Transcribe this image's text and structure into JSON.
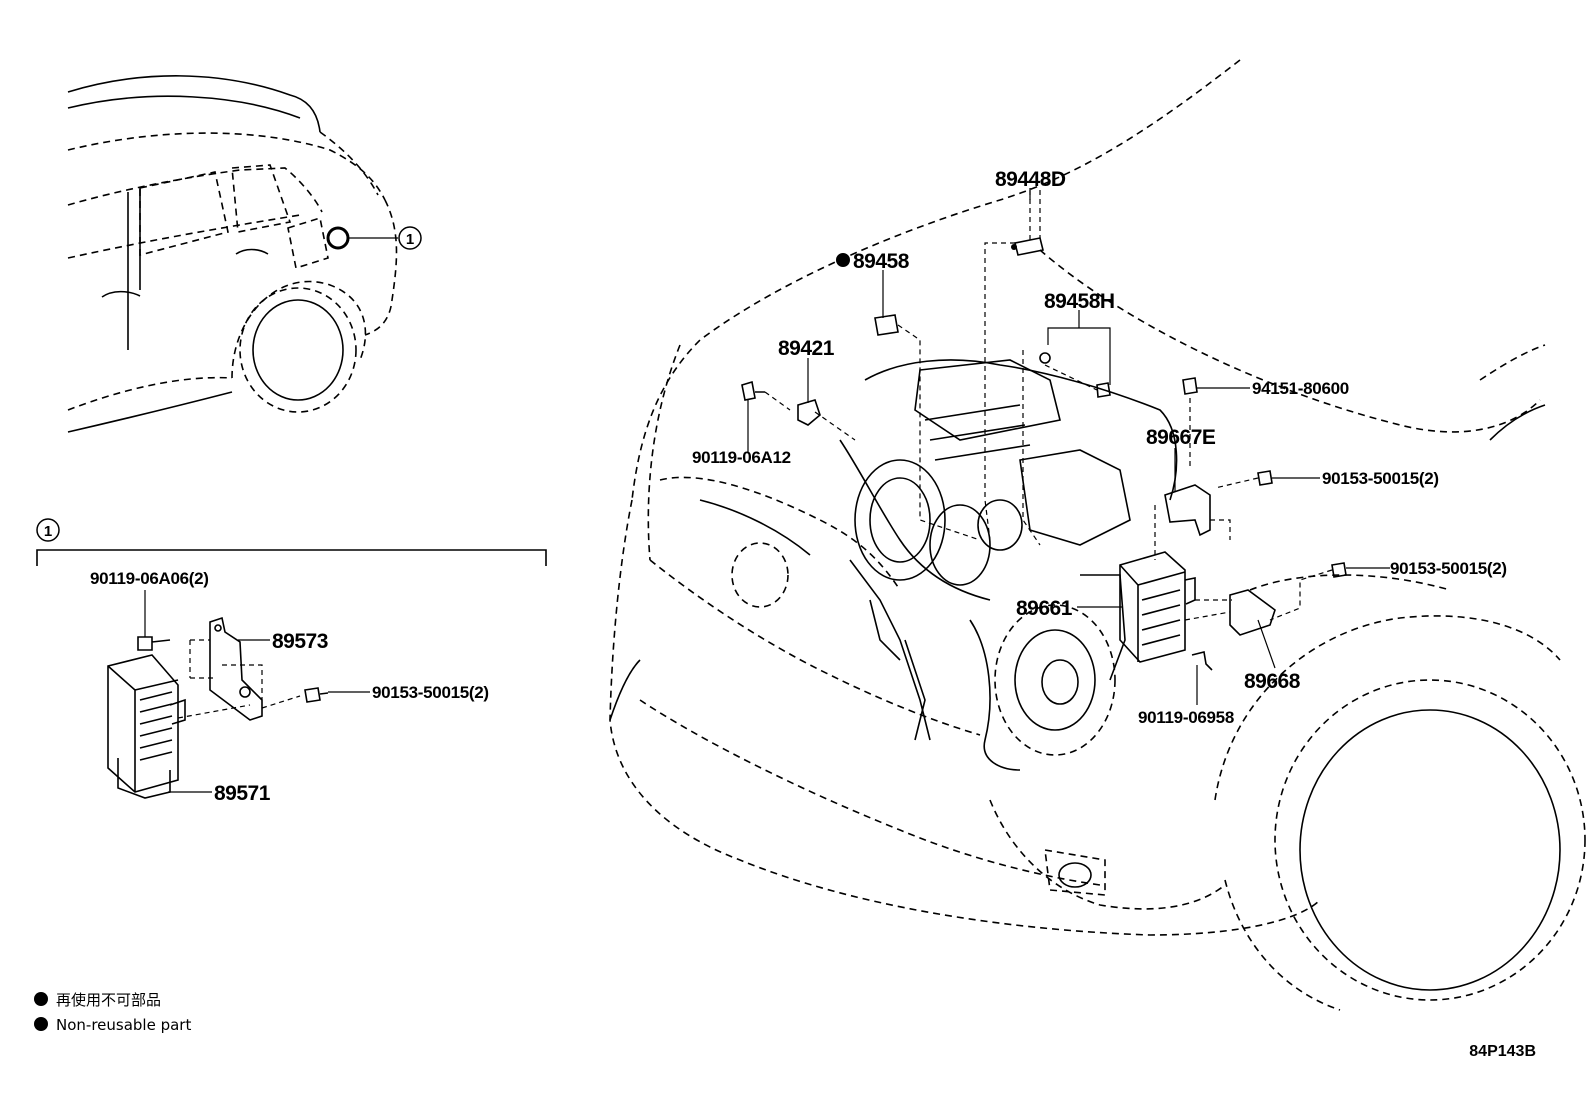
{
  "callout_marker": "1",
  "inset": {
    "marker": "1",
    "parts": {
      "bolt_top": "90119-06A06(2)",
      "bracket": "89573",
      "bolt_side": "90153-50015(2)",
      "module": "89571"
    }
  },
  "main_parts": {
    "p89448D": "89448D",
    "p89458": "89458",
    "p89458H": "89458H",
    "p89421": "89421",
    "p94151": "94151-80600",
    "p90119_06A12": "90119-06A12",
    "p89667E": "89667E",
    "p90153_a": "90153-50015(2)",
    "p90153_b": "90153-50015(2)",
    "p89661": "89661",
    "p89668": "89668",
    "p90119_06958": "90119-06958"
  },
  "legend": {
    "jp": "再使用不可部品",
    "en": "Non-reusable part"
  },
  "diagram_code": "84P143B"
}
